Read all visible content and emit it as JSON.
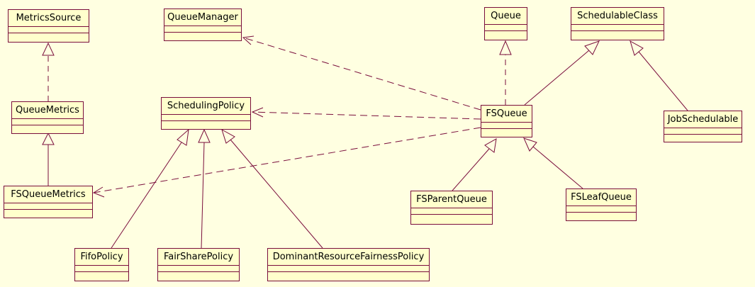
{
  "diagram": {
    "type": "uml-class-diagram",
    "colors": {
      "background": "#ffffe1",
      "box_fill": "#ffffcc",
      "line": "#7a0e3c"
    },
    "classes": {
      "metrics_source": "MetricsSource",
      "queue_metrics": "QueueMetrics",
      "fs_queue_metrics": "FSQueueMetrics",
      "queue_manager": "QueueManager",
      "scheduling_policy": "SchedulingPolicy",
      "fifo_policy": "FifoPolicy",
      "fair_share_policy": "FairSharePolicy",
      "drf_policy": "DominantResourceFairnessPolicy",
      "queue": "Queue",
      "schedulable_class": "SchedulableClass",
      "fs_queue": "FSQueue",
      "job_schedulable": "JobSchedulable",
      "fs_parent_queue": "FSParentQueue",
      "fs_leaf_queue": "FSLeafQueue"
    },
    "relations": [
      {
        "from": "QueueMetrics",
        "to": "MetricsSource",
        "kind": "realization"
      },
      {
        "from": "FSQueueMetrics",
        "to": "QueueMetrics",
        "kind": "generalization"
      },
      {
        "from": "FSQueue",
        "to": "QueueManager",
        "kind": "dependency"
      },
      {
        "from": "FSQueue",
        "to": "Queue",
        "kind": "realization"
      },
      {
        "from": "FSQueue",
        "to": "SchedulableClass",
        "kind": "generalization"
      },
      {
        "from": "JobSchedulable",
        "to": "SchedulableClass",
        "kind": "generalization"
      },
      {
        "from": "FSQueue",
        "to": "SchedulingPolicy",
        "kind": "dependency"
      },
      {
        "from": "FSQueue",
        "to": "FSQueueMetrics",
        "kind": "dependency"
      },
      {
        "from": "FSParentQueue",
        "to": "FSQueue",
        "kind": "generalization"
      },
      {
        "from": "FSLeafQueue",
        "to": "FSQueue",
        "kind": "generalization"
      },
      {
        "from": "FifoPolicy",
        "to": "SchedulingPolicy",
        "kind": "generalization"
      },
      {
        "from": "FairSharePolicy",
        "to": "SchedulingPolicy",
        "kind": "generalization"
      },
      {
        "from": "DominantResourceFairnessPolicy",
        "to": "SchedulingPolicy",
        "kind": "generalization"
      }
    ]
  }
}
